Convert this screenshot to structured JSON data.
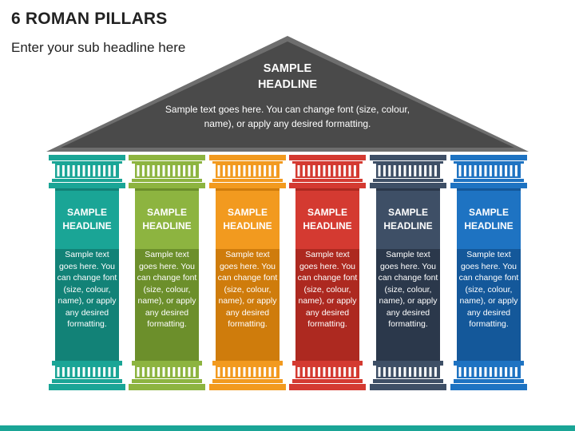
{
  "header": {
    "title": "6 ROMAN PILLARS",
    "subtitle": "Enter your sub headline here"
  },
  "roof": {
    "headline_line1": "SAMPLE",
    "headline_line2": "HEADLINE",
    "text": "Sample text goes here. You can change font (size, colour, name), or apply any desired formatting.",
    "color": "#4a4a4a",
    "border_color": "#6e6e6e"
  },
  "pillars": [
    {
      "headline_line1": "SAMPLE",
      "headline_line2": "HEADLINE",
      "text": "Sample text goes here. You can change font (size, colour, name), or apply any desired formatting.",
      "color": "#1aa596",
      "dark": "#128277"
    },
    {
      "headline_line1": "SAMPLE",
      "headline_line2": "HEADLINE",
      "text": "Sample text goes here. You can change font (size, colour, name), or apply any desired formatting.",
      "color": "#8db440",
      "dark": "#6c8f2b"
    },
    {
      "headline_line1": "SAMPLE",
      "headline_line2": "HEADLINE",
      "text": "Sample text goes here. You can change font (size, colour, name), or apply any desired formatting.",
      "color": "#f29a1f",
      "dark": "#cf7c0c"
    },
    {
      "headline_line1": "SAMPLE",
      "headline_line2": "HEADLINE",
      "text": "Sample text goes here. You can change font (size, colour, name), or apply any desired formatting.",
      "color": "#d43a31",
      "dark": "#ad2920"
    },
    {
      "headline_line1": "SAMPLE",
      "headline_line2": "HEADLINE",
      "text": "Sample text goes here. You can change font (size, colour, name), or apply any desired formatting.",
      "color": "#3e4f66",
      "dark": "#2b384b"
    },
    {
      "headline_line1": "SAMPLE",
      "headline_line2": "HEADLINE",
      "text": "Sample text goes here. You can change font (size, colour, name), or apply any desired formatting.",
      "color": "#1e73c2",
      "dark": "#14589a"
    }
  ],
  "footer": {
    "bar_color": "#1aa596"
  }
}
